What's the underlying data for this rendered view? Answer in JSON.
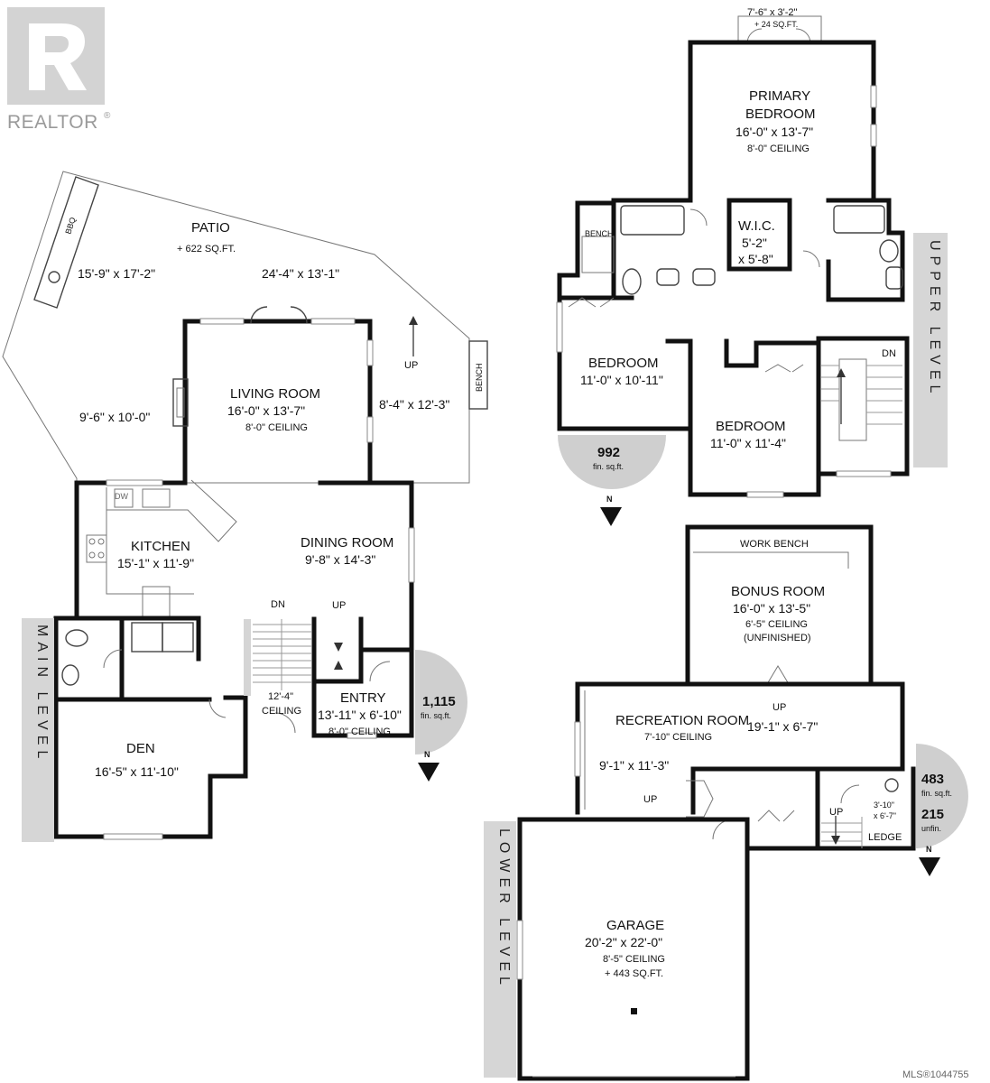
{
  "logo": {
    "label": "REALTOR",
    "mark": "®"
  },
  "footer": {
    "mls": "MLS®1044755"
  },
  "levels": {
    "main": "MAIN LEVEL",
    "upper": "UPPER LEVEL",
    "lower": "LOWER LEVEL"
  },
  "main": {
    "patio": {
      "name": "PATIO",
      "area": "+ 622 SQ.FT.",
      "dim_left": "15'-9\" x 17'-2\"",
      "dim_right": "24'-4\" x 13'-1\"",
      "bbq": "BBQ"
    },
    "nook_dim": "9'-6\" x 10'-0\"",
    "deck": {
      "dim": "8'-4\" x 12'-3\"",
      "up": "UP",
      "bench": "BENCH"
    },
    "living": {
      "name": "LIVING ROOM",
      "dim": "16'-0\" x 13'-7\"",
      "ceiling": "8'-0\" CEILING"
    },
    "kitchen": {
      "name": "KITCHEN",
      "dim": "15'-1\" x 11'-9\"",
      "dw": "DW"
    },
    "dining": {
      "name": "DINING ROOM",
      "dim": "9'-8\" x 14'-3\""
    },
    "stairs": {
      "dn": "DN",
      "up": "UP",
      "ceiling_h": "12'-4\"",
      "ceiling": "CEILING"
    },
    "entry": {
      "name": "ENTRY",
      "dim": "13'-11\" x 6'-10\"",
      "ceiling": "8'-0\" CEILING"
    },
    "den": {
      "name": "DEN",
      "dim": "16'-5\" x 11'-10\""
    },
    "sqft": {
      "value": "1,115",
      "label": "fin. sq.ft.",
      "north": "N"
    }
  },
  "upper": {
    "balcony": {
      "dim": "7'-6\" x 3'-2\"",
      "area": "+ 24 SQ.FT."
    },
    "primary": {
      "name1": "PRIMARY",
      "name2": "BEDROOM",
      "dim": "16'-0\" x 13'-7\"",
      "ceiling": "8'-0\" CEILING"
    },
    "wic": {
      "name": "W.I.C.",
      "dim1": "5'-2\"",
      "dim2": "x 5'-8\""
    },
    "bench": "BENCH",
    "bedroom1": {
      "name": "BEDROOM",
      "dim": "11'-0\" x 10'-11\""
    },
    "bedroom2": {
      "name": "BEDROOM",
      "dim": "11'-0\" x 11'-4\""
    },
    "dn": "DN",
    "sqft": {
      "value": "992",
      "label": "fin. sq.ft.",
      "north": "N"
    }
  },
  "lower": {
    "work_bench": "WORK BENCH",
    "bonus": {
      "name": "BONUS ROOM",
      "dim": "16'-0\" x 13'-5\"",
      "ceiling": "6'-5\" CEILING",
      "note": "(UNFINISHED)"
    },
    "rec": {
      "name": "RECREATION ROOM",
      "ceiling": "7'-10\" CEILING",
      "dim": "19'-1\" x 6'-7\"",
      "dim2": "9'-1\" x 11'-3\"",
      "up": "UP"
    },
    "up_left": "UP",
    "up_right": "UP",
    "storage": {
      "dim1": "3'-10\"",
      "dim2": "x 6'-7\""
    },
    "ledge": "LEDGE",
    "garage": {
      "name": "GARAGE",
      "dim": "20'-2\" x 22'-0\"",
      "ceiling": "8'-5\" CEILING",
      "area": "+ 443 SQ.FT."
    },
    "sqft": {
      "value": "483",
      "label": "fin. sq.ft.",
      "unfin_value": "215",
      "unfin_label": "unfin.",
      "north": "N"
    }
  }
}
